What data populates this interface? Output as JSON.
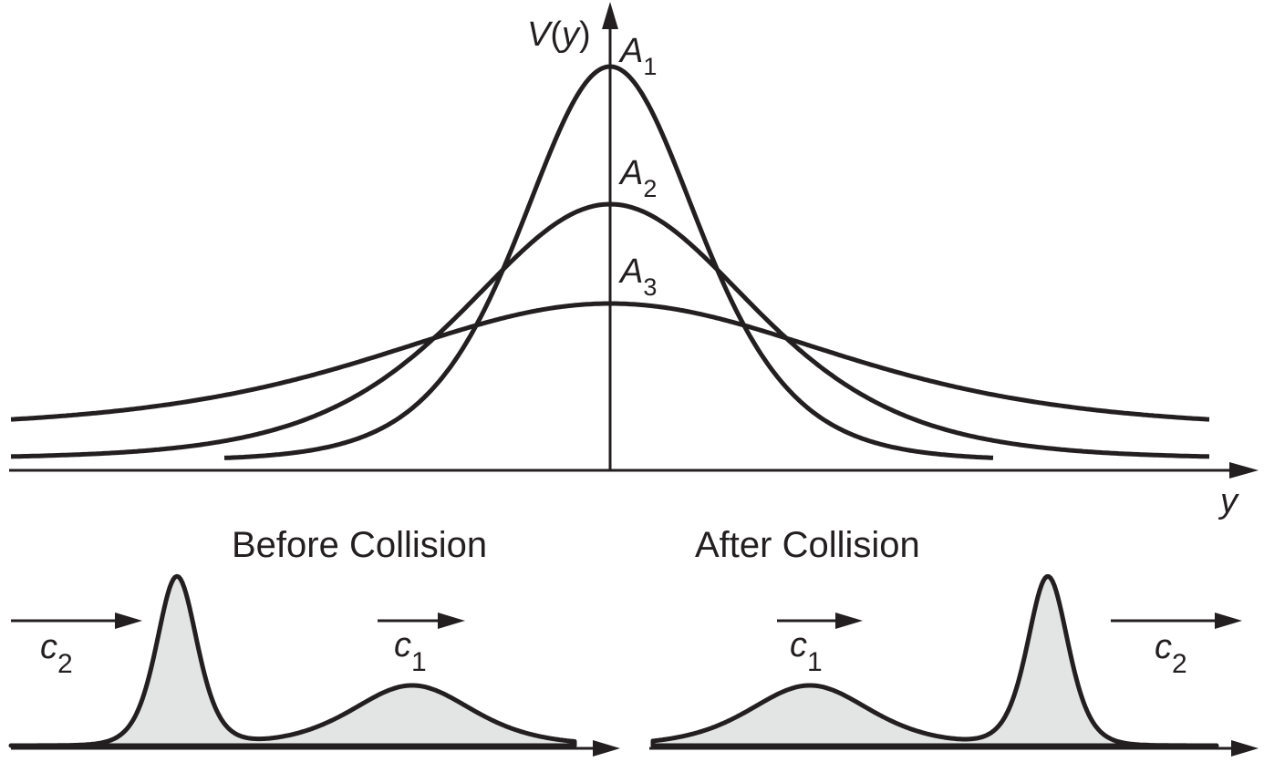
{
  "top_panel": {
    "y_axis_label": "V(y)",
    "x_axis_label": "y",
    "curves": [
      {
        "label": "A",
        "subscript": "1"
      },
      {
        "label": "A",
        "subscript": "2"
      },
      {
        "label": "A",
        "subscript": "3"
      }
    ]
  },
  "bottom_panels": {
    "before": {
      "title": "Before Collision",
      "left_arrow": {
        "label": "c",
        "subscript": "2"
      },
      "right_arrow": {
        "label": "c",
        "subscript": "1"
      }
    },
    "after": {
      "title": "After Collision",
      "left_arrow": {
        "label": "c",
        "subscript": "1"
      },
      "right_arrow": {
        "label": "c",
        "subscript": "2"
      }
    }
  },
  "colors": {
    "ink": "#231f20",
    "pulse_fill": "#e3e4e4",
    "background": "#ffffff"
  }
}
